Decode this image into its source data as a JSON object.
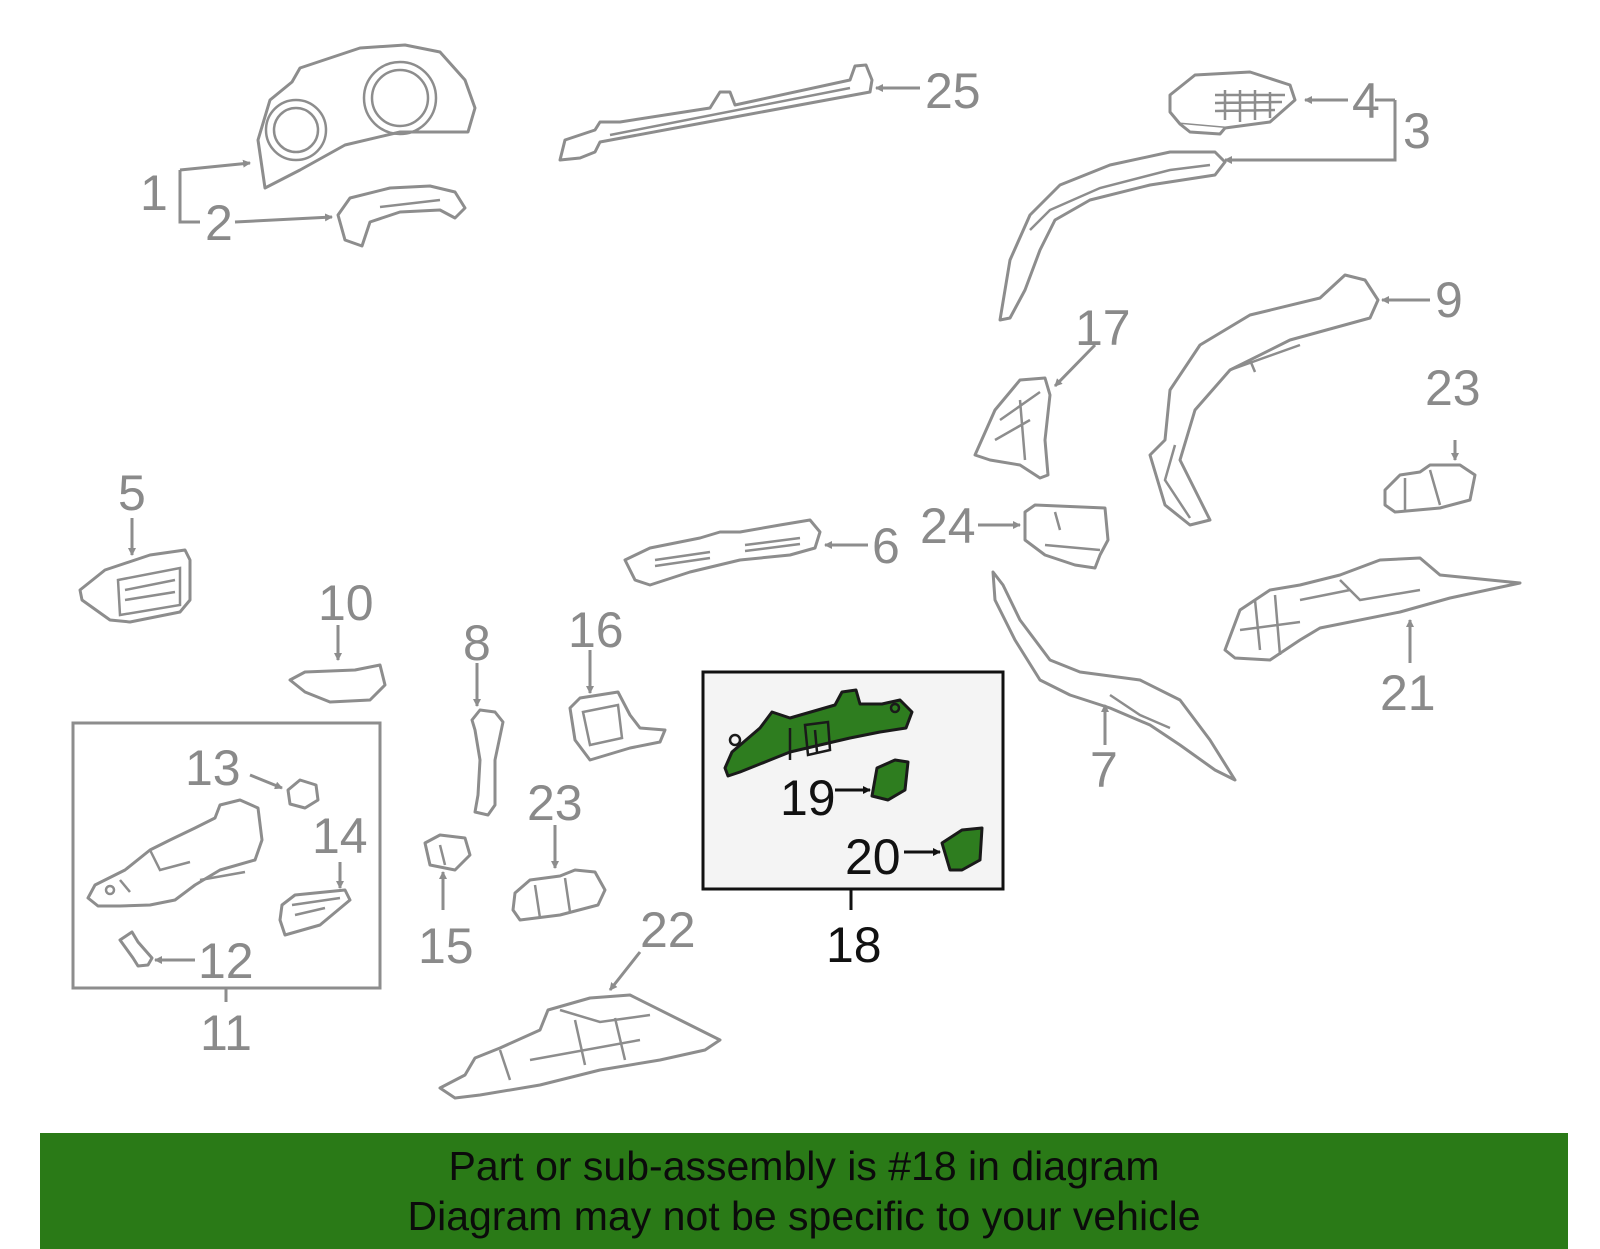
{
  "callouts": {
    "n1": "1",
    "n2": "2",
    "n3": "3",
    "n4": "4",
    "n5": "5",
    "n6": "6",
    "n7": "7",
    "n8": "8",
    "n9": "9",
    "n10": "10",
    "n11": "11",
    "n12": "12",
    "n13": "13",
    "n14": "14",
    "n15": "15",
    "n16": "16",
    "n17": "17",
    "n18": "18",
    "n19": "19",
    "n20": "20",
    "n21": "21",
    "n22": "22",
    "n23a": "23",
    "n23b": "23",
    "n24": "24",
    "n25": "25"
  },
  "banner": {
    "line1": "Part or sub-assembly is #18 in diagram",
    "line2": "Diagram may not be specific to your vehicle"
  },
  "colors": {
    "highlight": "#2e7d1f",
    "banner": "#2a7a17",
    "parts_outline": "#8d8d8d"
  }
}
